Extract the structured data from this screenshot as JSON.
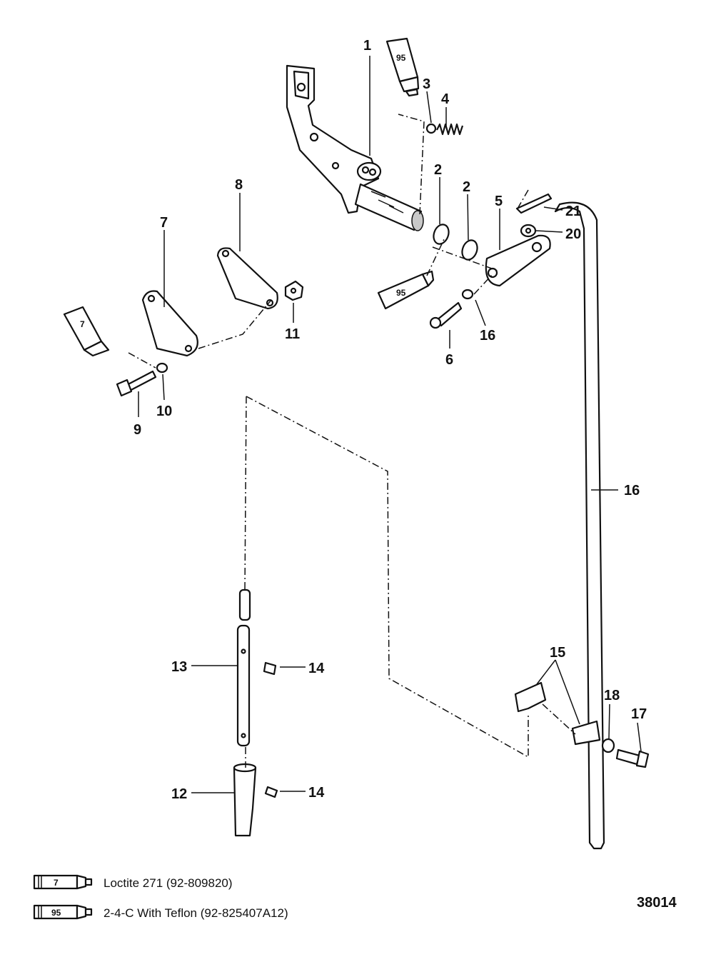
{
  "callouts": {
    "c1": "1",
    "c2a": "2",
    "c2b": "2",
    "c3": "3",
    "c4": "4",
    "c5": "5",
    "c6": "6",
    "c7": "7",
    "c8": "8",
    "c9": "9",
    "c10": "10",
    "c11": "11",
    "c12": "12",
    "c13": "13",
    "c14a": "14",
    "c14b": "14",
    "c15": "15",
    "c16a": "16",
    "c16b": "16",
    "c17": "17",
    "c18": "18",
    "c20": "20",
    "c21": "21"
  },
  "tubes": {
    "t95a": "95",
    "t95b": "95",
    "t7": "7"
  },
  "legend": [
    {
      "tube": "7",
      "text": "Loctite 271 (92-809820)"
    },
    {
      "tube": "95",
      "text": "2-4-C  With Teflon (92-825407A12)"
    }
  ],
  "figure_number": "38014"
}
